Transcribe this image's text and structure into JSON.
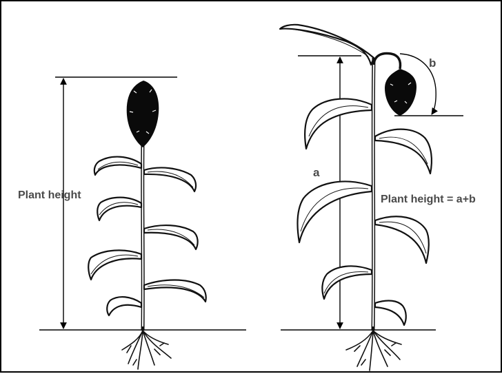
{
  "diagram": {
    "left_plant": {
      "height_label": "Plant height"
    },
    "right_plant": {
      "segment_a_label": "a",
      "segment_b_label": "b",
      "height_label": "Plant height = a+b"
    },
    "colors": {
      "ink": "#000000",
      "label_text": "#4a4a4a",
      "background": "#ffffff"
    }
  }
}
